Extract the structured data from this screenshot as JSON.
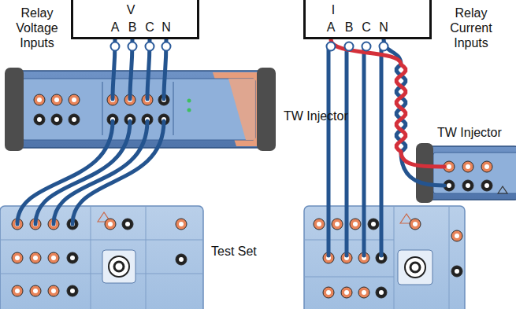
{
  "diagram": {
    "nodes": [
      {
        "text": [
          "Relay Voltage Inputs",
          "V",
          "A",
          "B",
          "C",
          "N"
        ]
      },
      {
        "text": [
          "TW Injector"
        ]
      },
      {
        "text": [
          "Test Set"
        ]
      },
      {
        "text": [
          "Relay Current Inputs",
          "I",
          "A",
          "B",
          "C",
          "N"
        ]
      },
      {
        "text": [
          "TW Injector"
        ]
      }
    ],
    "edges": [
      {
        "from": 0,
        "to": 1,
        "arrow": "none"
      },
      {
        "from": 1,
        "to": 2,
        "arrow": "none"
      },
      {
        "from": 4,
        "to": 3,
        "arrow": "none"
      }
    ]
  }
}
